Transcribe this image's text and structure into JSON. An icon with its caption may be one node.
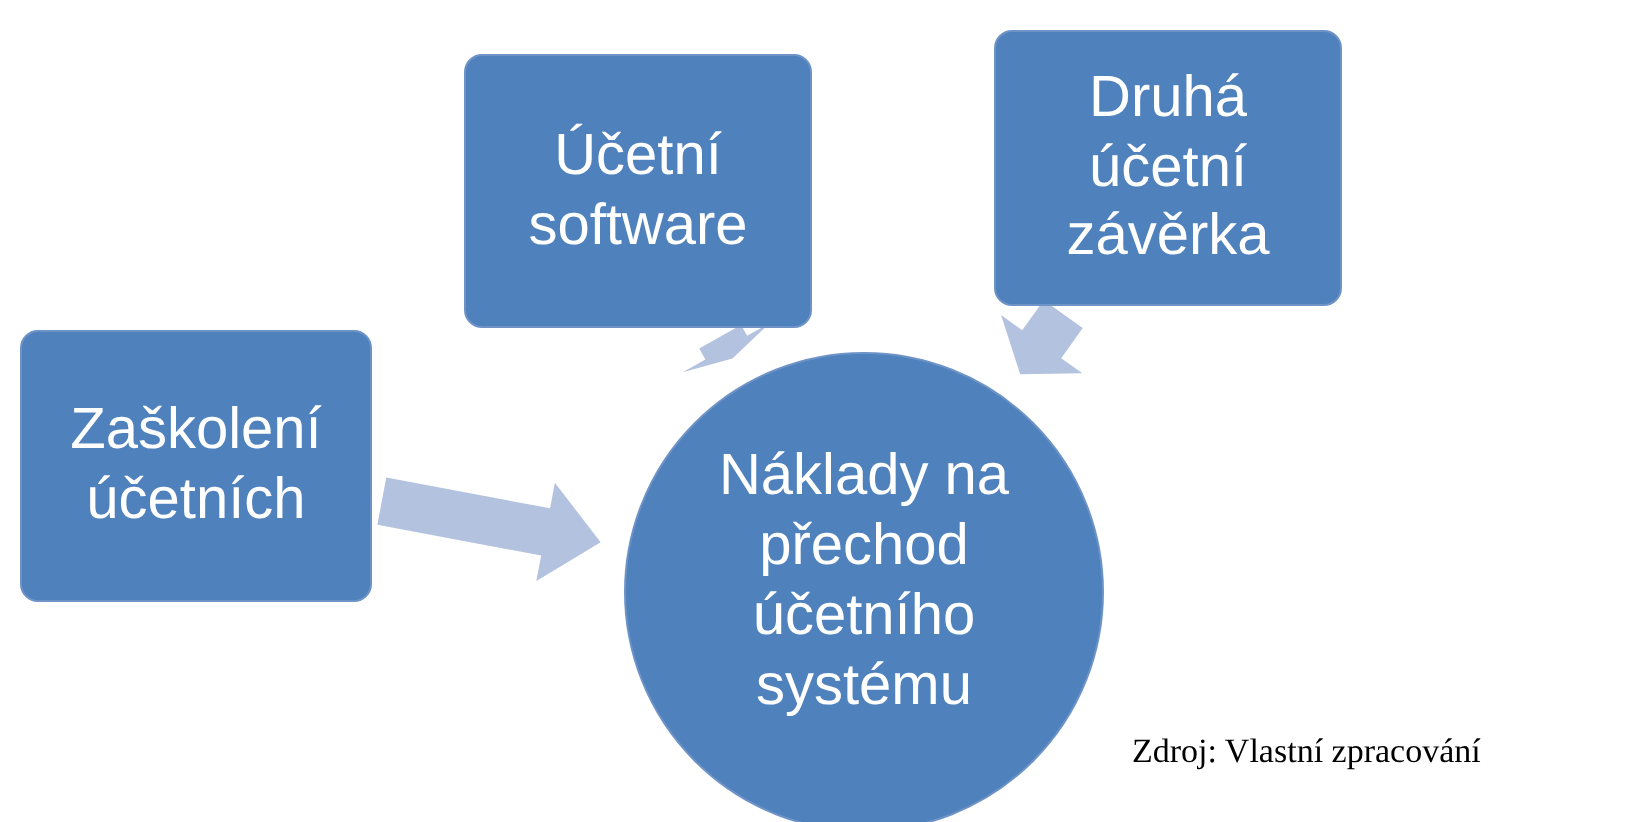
{
  "diagram": {
    "caption": "Zdroj: Vlastní zpracování",
    "nodes": [
      {
        "text": [
          "Zaškolení účetních"
        ]
      },
      {
        "text": [
          "Účetní software"
        ]
      },
      {
        "text": [
          "Druhá účetní závěrka"
        ]
      },
      {
        "text": [
          "Náklady na přechod účetního systému"
        ]
      }
    ],
    "edges": [
      {
        "from": 0,
        "to": 3,
        "arrow": "to"
      },
      {
        "from": 1,
        "to": 3,
        "arrow": "to"
      },
      {
        "from": 2,
        "to": 3,
        "arrow": "to"
      }
    ]
  }
}
